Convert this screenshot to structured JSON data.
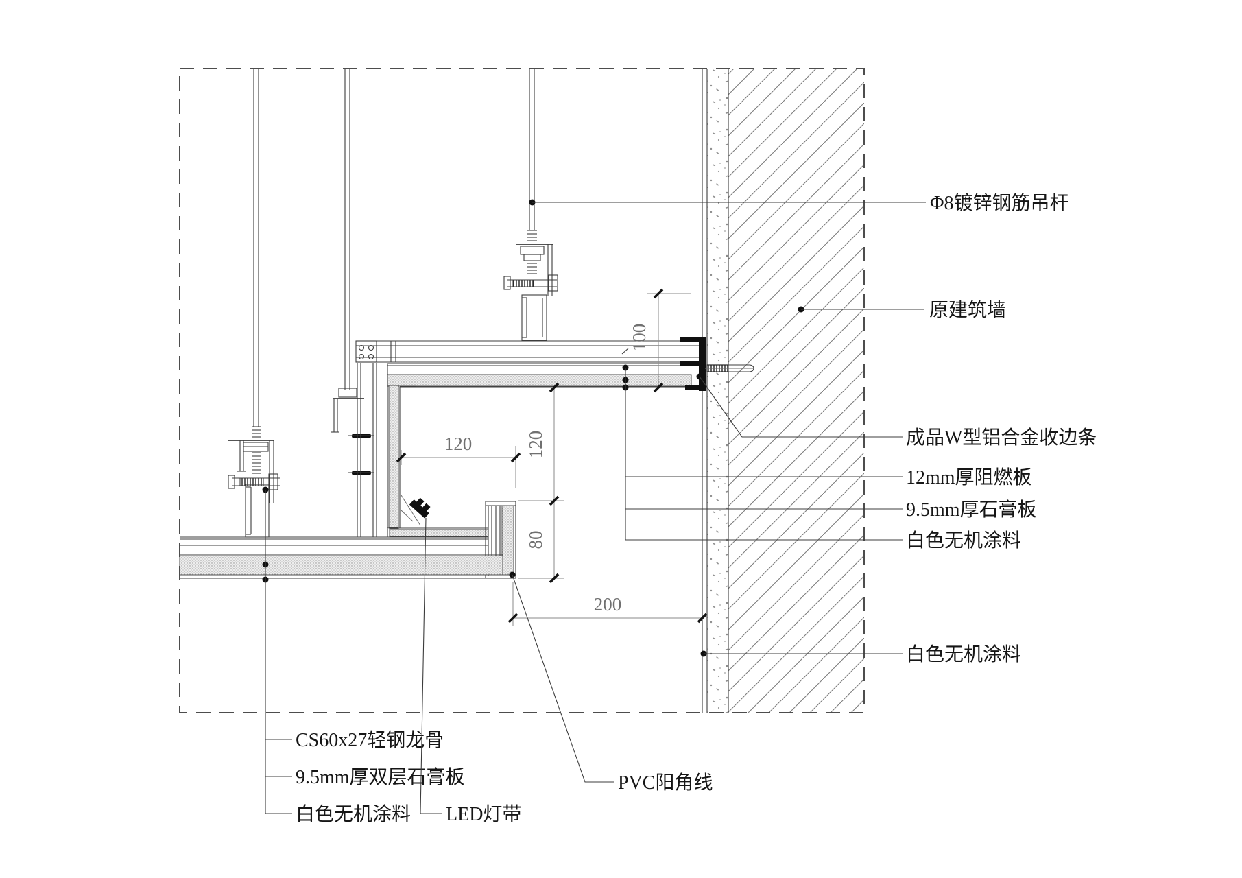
{
  "drawing": {
    "type": "ceiling-light-trough-section-detail",
    "labels": {
      "hanger_rod": "Φ8镀锌钢筋吊杆",
      "original_wall": "原建筑墙",
      "edge_trim": "成品W型铝合金收边条",
      "flame_board": "12mm厚阻燃板",
      "gypsum": "9.5mm厚石膏板",
      "paint_top": "白色无机涂料",
      "paint_wall": "白色无机涂料",
      "keel": "CS60x27轻钢龙骨",
      "double_gypsum": "9.5mm厚双层石膏板",
      "paint_bottom": "白色无机涂料",
      "pvc": "PVC阳角线",
      "led": "LED灯带"
    },
    "dims": {
      "trough_width": "120",
      "trough_height": "120",
      "fascia_height": "80",
      "bottom_offset": "200",
      "top_offset": "100"
    },
    "colors": {
      "line": "#3c3c3c",
      "dimension": "#707070",
      "ink": "#101010",
      "paper": "#ffffff"
    }
  }
}
